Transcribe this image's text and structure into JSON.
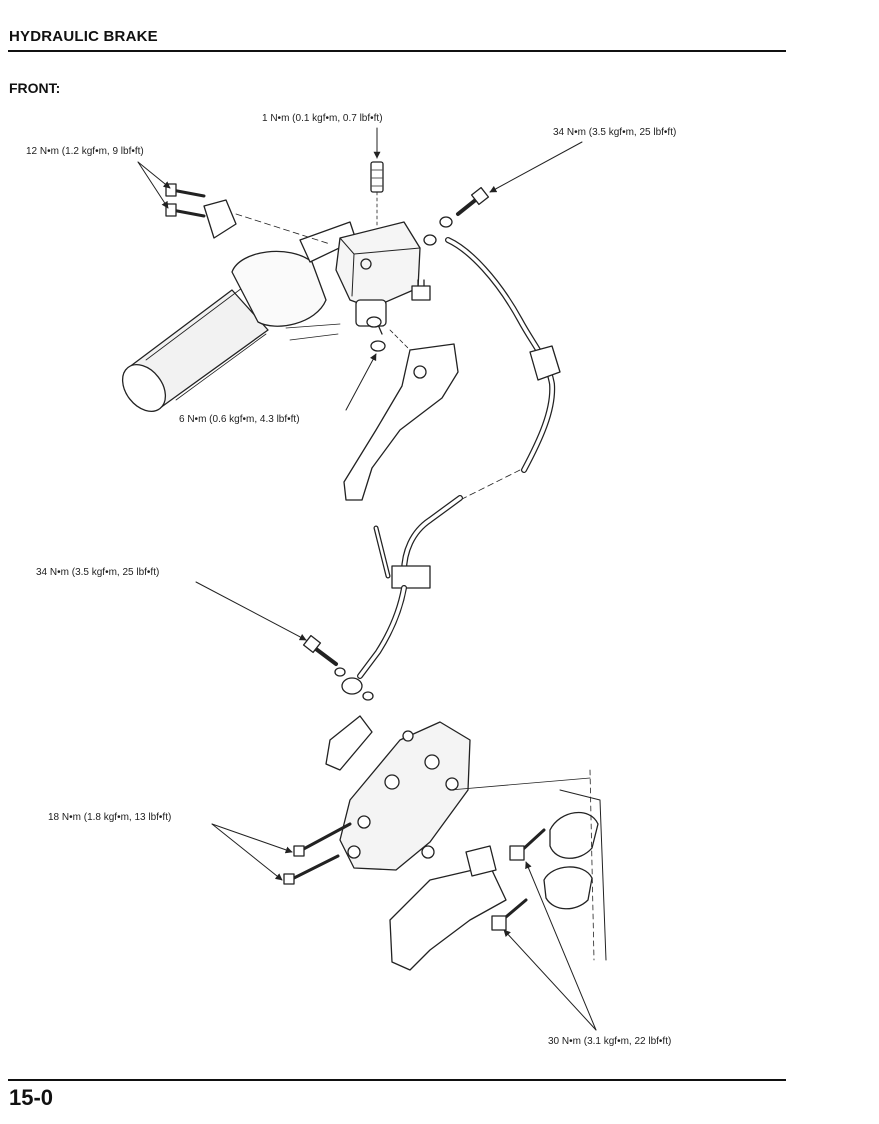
{
  "header": {
    "title": "HYDRAULIC BRAKE"
  },
  "section": {
    "label": "FRONT:"
  },
  "callouts": {
    "reservoir_screw": "1 N•m (0.1 kgf•m, 0.7 lbf•ft)",
    "holder_bolts": "12 N•m (1.2 kgf•m, 9 lbf•ft)",
    "upper_banjo_bolt": "34 N•m (3.5 kgf•m, 25 lbf•ft)",
    "pivot_nut": "6 N•m (0.6 kgf•m, 4.3 lbf•ft)",
    "lower_banjo_bolt": "34 N•m (3.5 kgf•m, 25 lbf•ft)",
    "caliper_pins": "18 N•m (1.8 kgf•m, 13 lbf•ft)",
    "caliper_mount_bolts": "30 N•m (3.1 kgf•m, 22 lbf•ft)"
  },
  "footer": {
    "page_number": "15-0"
  }
}
